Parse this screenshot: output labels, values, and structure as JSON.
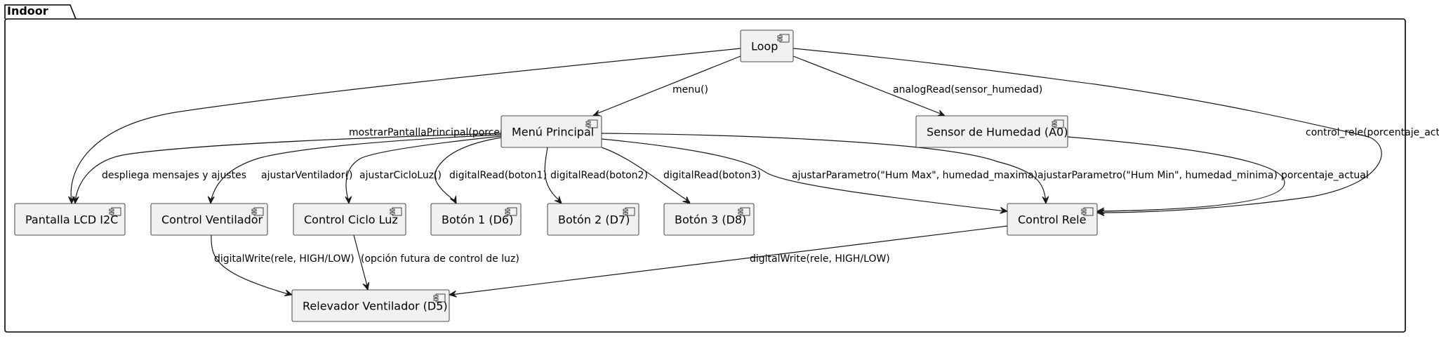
{
  "package": {
    "title": "Indoor"
  },
  "components": [
    {
      "id": "loop",
      "label": "Loop"
    },
    {
      "id": "menu",
      "label": "Menú Principal"
    },
    {
      "id": "sensor",
      "label": "Sensor de Humedad (A0)"
    },
    {
      "id": "lcd",
      "label": "Pantalla LCD I2C"
    },
    {
      "id": "ventilador",
      "label": "Control Ventilador"
    },
    {
      "id": "ciclo",
      "label": "Control Ciclo Luz"
    },
    {
      "id": "boton1",
      "label": "Botón 1 (D6)"
    },
    {
      "id": "boton2",
      "label": "Botón 2 (D7)"
    },
    {
      "id": "boton3",
      "label": "Botón 3 (D8)"
    },
    {
      "id": "rele",
      "label": "Control Rele"
    },
    {
      "id": "relevador",
      "label": "Relevador Ventilador (D5)"
    }
  ],
  "edges": [
    {
      "from": "loop",
      "to": "lcd",
      "label": "mostrarPantallaPrincipal(porcentaje_actual)"
    },
    {
      "from": "loop",
      "to": "menu",
      "label": "menu()"
    },
    {
      "from": "loop",
      "to": "sensor",
      "label": "analogRead(sensor_humedad)"
    },
    {
      "from": "loop",
      "to": "rele",
      "label": "control_rele(porcentaje_actual)"
    },
    {
      "from": "menu",
      "to": "lcd",
      "label": "despliega mensajes y ajustes"
    },
    {
      "from": "menu",
      "to": "ventilador",
      "label": "ajustarVentilador()"
    },
    {
      "from": "menu",
      "to": "ciclo",
      "label": "ajustarCicloLuz()"
    },
    {
      "from": "menu",
      "to": "boton1",
      "label": "digitalRead(boton1)"
    },
    {
      "from": "menu",
      "to": "boton2",
      "label": "digitalRead(boton2)"
    },
    {
      "from": "menu",
      "to": "boton3",
      "label": "digitalRead(boton3)"
    },
    {
      "from": "menu",
      "to": "rele",
      "label": "ajustarParametro(\"Hum Max\", humedad_maxima)"
    },
    {
      "from": "menu",
      "to": "rele",
      "label": "ajustarParametro(\"Hum Min\", humedad_minima)"
    },
    {
      "from": "sensor",
      "to": "rele",
      "label": "porcentaje_actual"
    },
    {
      "from": "ventilador",
      "to": "relevador",
      "label": "digitalWrite(rele, HIGH/LOW)"
    },
    {
      "from": "ciclo",
      "to": "relevador",
      "label": "(opción futura de control de luz)"
    },
    {
      "from": "rele",
      "to": "relevador",
      "label": "digitalWrite(rele, HIGH/LOW)"
    }
  ]
}
